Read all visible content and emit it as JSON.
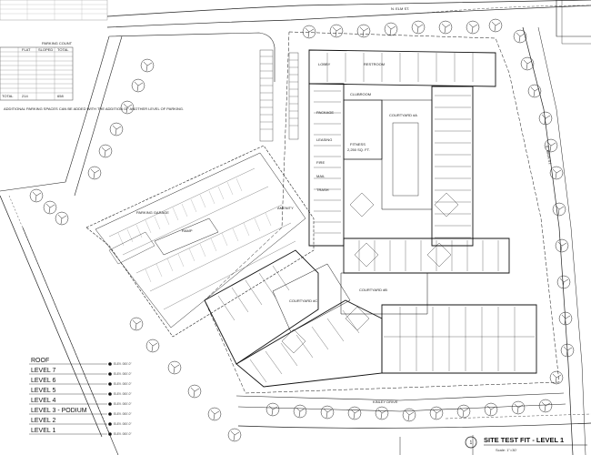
{
  "title_block": {
    "number": "1",
    "title": "SITE TEST FIT - LEVEL 1",
    "scale": "Scale: 1\"=30'"
  },
  "parking_count": {
    "title": "PARKING COUNT",
    "headers": [
      "",
      "FLAT",
      "SLOPED",
      "TOTAL"
    ],
    "total_label": "TOTAL",
    "total_values": [
      "214",
      "",
      "658"
    ]
  },
  "parking_note": "ADDITIONAL PARKING SPACES CAN BE ADDED WITH THE ADDITION OF ANOTHER LEVEL OF PARKING.",
  "levels": [
    {
      "name": "ROOF",
      "elev": "ELEV. 000'-0\""
    },
    {
      "name": "LEVEL 7",
      "elev": "ELEV. 000'-0\""
    },
    {
      "name": "LEVEL 6",
      "elev": "ELEV. 000'-0\""
    },
    {
      "name": "LEVEL 5",
      "elev": "ELEV. 000'-0\""
    },
    {
      "name": "LEVEL 4",
      "elev": "ELEV. 000'-0\""
    },
    {
      "name": "LEVEL 3 - PODIUM",
      "elev": "ELEV. 000'-0\""
    },
    {
      "name": "LEVEL 2",
      "elev": "ELEV. 000'-0\""
    },
    {
      "name": "LEVEL 1",
      "elev": "ELEV. 000'-0\""
    }
  ],
  "room_labels": {
    "lobby": "LOBBY",
    "fitness": "FITNESS",
    "fitness_area": "2,250 SQ. FT.",
    "clubroom": "CLUBROOM",
    "package": "PACKAGE",
    "leasing": "LEASING",
    "courtyard_a": "COURTYARD #A",
    "courtyard_b": "COURTYARD #B",
    "courtyard_c": "COURTYARD #C",
    "restroom": "RESTROOM",
    "trash": "TRASH",
    "mail": "MAIL",
    "fire": "FIRE",
    "ramp": "RAMP",
    "amenity": "AMENITY",
    "parking_garage": "PARKING GARAGE"
  },
  "street_names": {
    "north": "N. ELM ST.",
    "south": "KINLEY DRIVE",
    "east": "S. MAIN ST."
  }
}
